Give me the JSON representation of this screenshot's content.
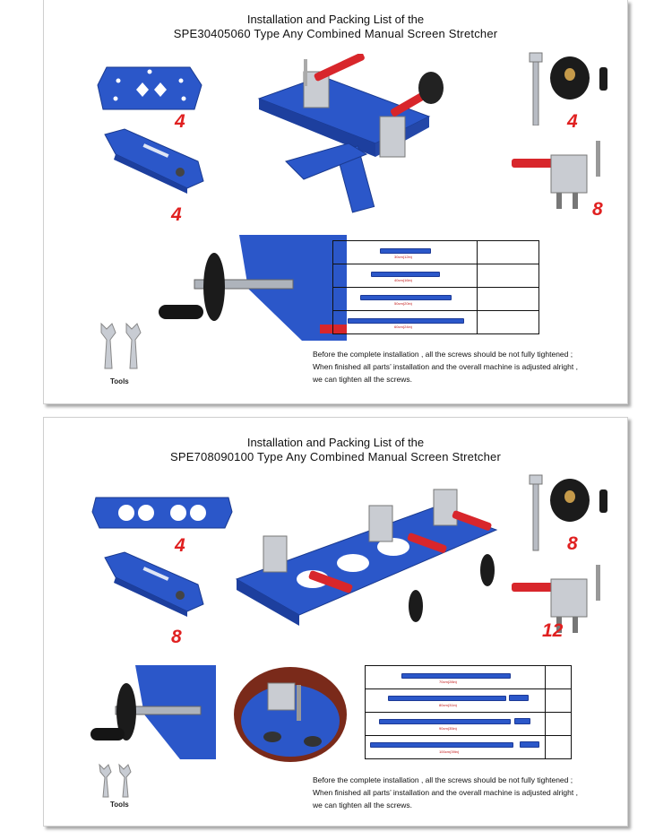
{
  "panels": [
    {
      "title_line1": "Installation and Packing List of the",
      "title_line2": "SPE30405060 Type Any Combined Manual Screen Stretcher",
      "quantities": [
        "4",
        "4",
        "4",
        "8"
      ],
      "bar_labels": [
        "30cm(12in)",
        "40cm(16in)",
        "50cm(20in)",
        "60cm(24in)"
      ],
      "tools_label": "Tools",
      "note_lines": [
        "Before the complete installation , all the screws should be not fully tightened ;",
        "When finished all parts’ installation and the overall machine is adjusted alright ,",
        "we can tighten all the screws."
      ]
    },
    {
      "title_line1": "Installation and Packing List of the",
      "title_line2": "SPE708090100 Type Any Combined Manual Screen Stretcher",
      "quantities": [
        "4",
        "8",
        "8",
        "12"
      ],
      "bar_labels": [
        "70cm(28in)",
        "80cm(31in)",
        "90cm(35in)",
        "100cm(39in)"
      ],
      "tools_label": "Tools",
      "note_lines": [
        "Before the complete installation , all the screws should be not fully tightened ;",
        "When finished all parts’ installation and the overall machine is adjusted alright ,",
        "we can tighten all the screws."
      ]
    }
  ],
  "colors": {
    "frame_blue": "#2b57c9",
    "handle_red": "#d8262b",
    "quantity_red": "#e02020"
  }
}
